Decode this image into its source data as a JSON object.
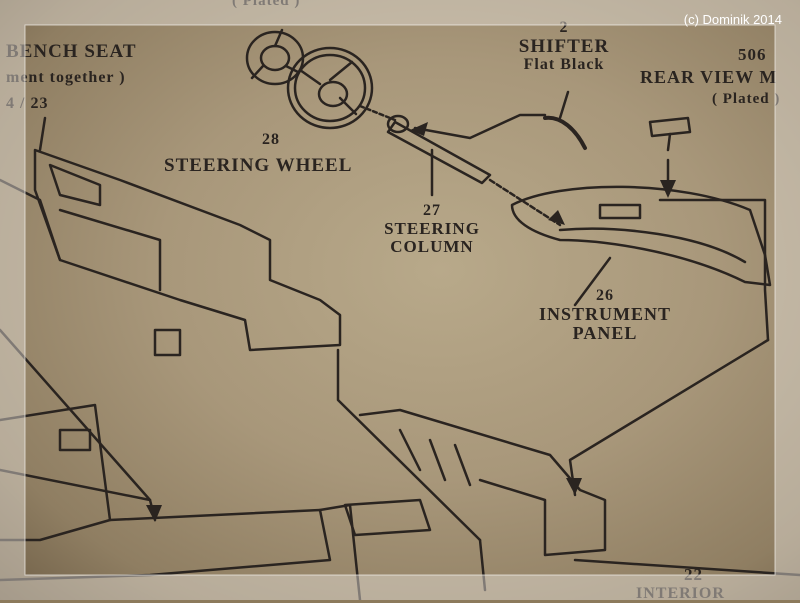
{
  "copyright": "(c) Dominik 2014",
  "labels": {
    "plated_top": "( Plated )",
    "bench_seat_title": "BENCH SEAT",
    "bench_seat_note": "ment together )",
    "bench_seat_numbers": "4 / 23",
    "shifter_number": "2",
    "shifter_title": "SHIFTER",
    "shifter_finish": "Flat Black",
    "mirror_number": "506",
    "mirror_title": "REAR VIEW M",
    "mirror_finish": "( Plated )",
    "steering_wheel_number": "28",
    "steering_wheel_title": "STEERING WHEEL",
    "steering_column_number": "27",
    "steering_column_title_1": "STEERING",
    "steering_column_title_2": "COLUMN",
    "instrument_panel_number": "26",
    "instrument_panel_title_1": "INSTRUMENT",
    "instrument_panel_title_2": "PANEL",
    "interior_number": "22",
    "interior_title": "INTERIOR"
  },
  "colors": {
    "paper": "#b8a98a",
    "ink": "#2a2420",
    "frame": "#e8e4de",
    "copyright": "#ffffff"
  }
}
